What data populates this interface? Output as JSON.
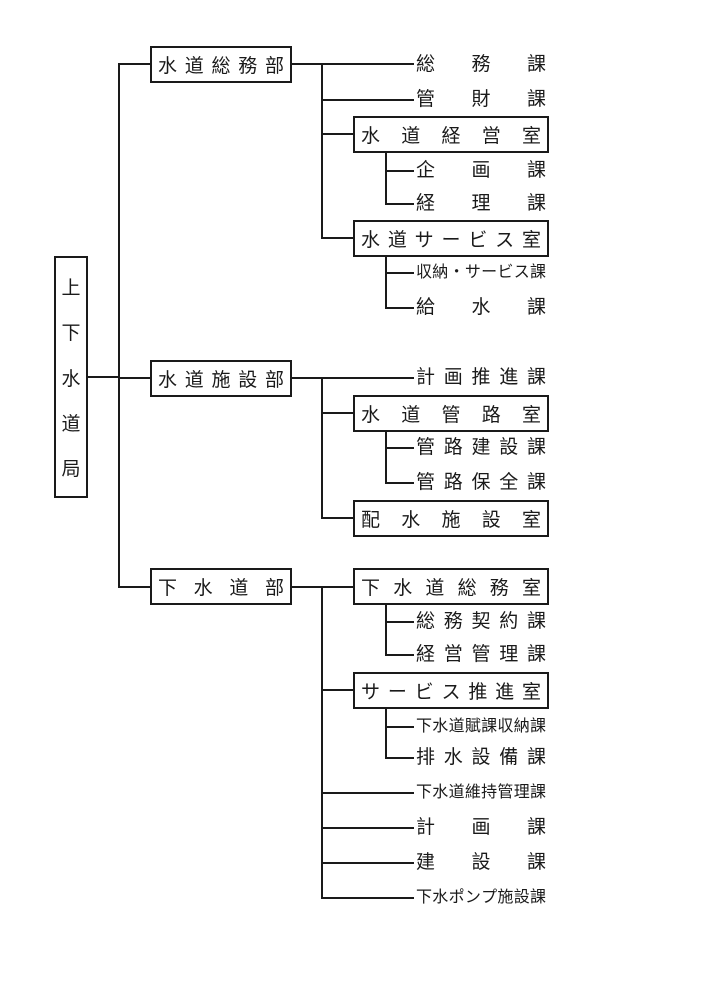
{
  "org": {
    "root": "上下水道局",
    "departments": [
      {
        "name": "水道総務部",
        "children": [
          {
            "name": "総務課"
          },
          {
            "name": "管財課"
          },
          {
            "name": "水道経営室",
            "children": [
              {
                "name": "企画課"
              },
              {
                "name": "経理課"
              }
            ]
          },
          {
            "name": "水道サービス室",
            "children": [
              {
                "name": "収納・サービス課"
              },
              {
                "name": "給水課"
              }
            ]
          }
        ]
      },
      {
        "name": "水道施設部",
        "children": [
          {
            "name": "計画推進課"
          },
          {
            "name": "水道管路室",
            "children": [
              {
                "name": "管路建設課"
              },
              {
                "name": "管路保全課"
              }
            ]
          },
          {
            "name": "配水施設室",
            "children": []
          }
        ]
      },
      {
        "name": "下水道部",
        "children": [
          {
            "name": "下水道総務室",
            "children": [
              {
                "name": "総務契約課"
              },
              {
                "name": "経営管理課"
              }
            ]
          },
          {
            "name": "サービス推進室",
            "children": [
              {
                "name": "下水道賦課収納課"
              },
              {
                "name": "排水設備課"
              }
            ]
          },
          {
            "name": "下水道維持管理課"
          },
          {
            "name": "計画課"
          },
          {
            "name": "建設課"
          },
          {
            "name": "下水ポンプ施設課"
          }
        ]
      }
    ],
    "colors": {
      "ink": "#1a1a1a",
      "background": "#ffffff"
    }
  }
}
